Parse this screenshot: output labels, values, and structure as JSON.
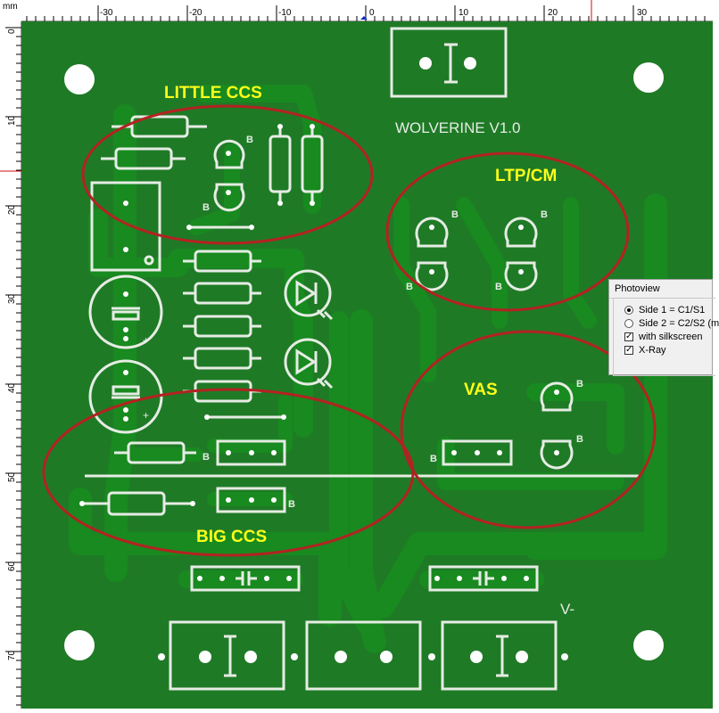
{
  "ruler": {
    "unit": "mm",
    "top_ticks": [
      "-30",
      "-20",
      "-10",
      "0",
      "10",
      "20",
      "30"
    ],
    "left_ticks": [
      "0",
      "10",
      "20",
      "30",
      "40",
      "50",
      "60",
      "70"
    ]
  },
  "board": {
    "title": "WOLVERINE V1.0",
    "labels": {
      "little_ccs": "LITTLE CCS",
      "ltp_cm": "LTP/CM",
      "vas": "VAS",
      "big_ccs": "BIG CCS"
    },
    "v_minus": "V-",
    "pin_marker": "B",
    "colors": {
      "board_green": "#1f7a26",
      "copper_track": "#188a1f",
      "silkscreen": "#e6ece4",
      "highlight_ellipse": "#b32222",
      "label_yellow": "#ffff1a"
    }
  },
  "photoview": {
    "title": "Photoview",
    "side1": "Side 1 = C1/S1",
    "side2": "Side 2 = C2/S2 (m",
    "with_silkscreen": "with silkscreen",
    "xray": "X-Ray",
    "side1_selected": true,
    "with_silkscreen_checked": true,
    "xray_checked": true
  }
}
